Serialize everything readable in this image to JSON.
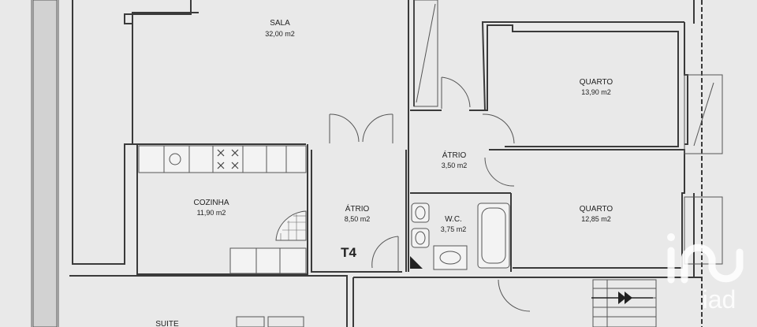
{
  "plan": {
    "unit_type": "T4",
    "rooms": [
      {
        "id": "sala",
        "name": "SALA",
        "area": "32,00 m2"
      },
      {
        "id": "quarto1",
        "name": "QUARTO",
        "area": "13,90 m2"
      },
      {
        "id": "quarto2",
        "name": "QUARTO",
        "area": "12,85 m2"
      },
      {
        "id": "atrio_small",
        "name": "ÁTRIO",
        "area": "3,50 m2"
      },
      {
        "id": "atrio_main",
        "name": "ÁTRIO",
        "area": "8,50 m2"
      },
      {
        "id": "cozinha",
        "name": "COZINHA",
        "area": "11,90 m2"
      },
      {
        "id": "wc",
        "name": "W.C.",
        "area": "3,75 m2"
      },
      {
        "id": "suite",
        "name": "SUITE",
        "area": ""
      }
    ]
  },
  "watermark": {
    "brand": "iad",
    "logo_icon": "imo-logo"
  },
  "colors": {
    "background": "#e9e9e9",
    "wall": "#3a3a3a",
    "watermark": "#ffffff"
  }
}
